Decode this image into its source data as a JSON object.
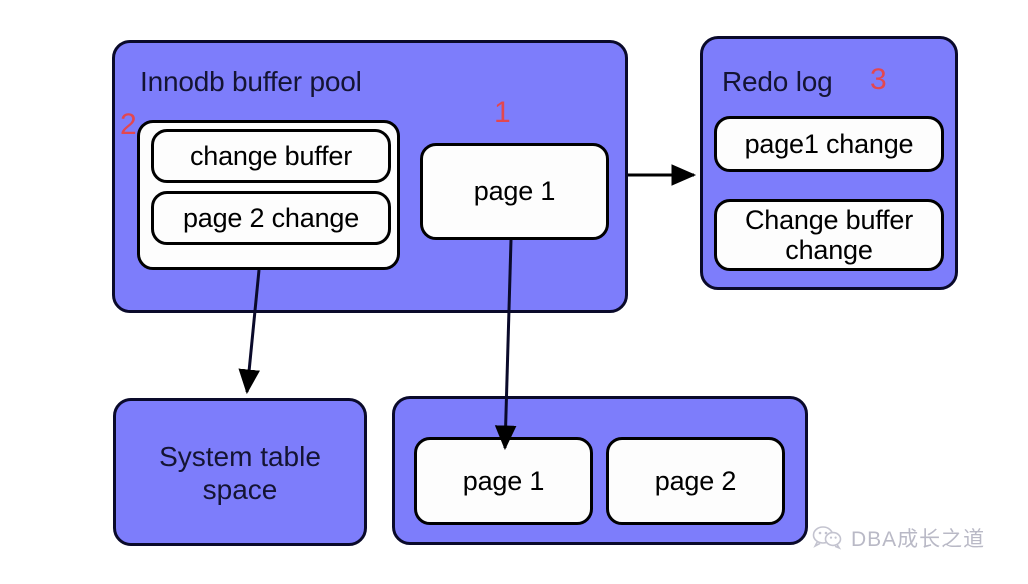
{
  "diagram": {
    "title_hidden": "",
    "buffer_pool": {
      "title": "Innodb buffer pool",
      "step": "2",
      "change_buffer": {
        "label": "change buffer",
        "entry": "page 2 change"
      },
      "page_step": "1",
      "page": "page 1"
    },
    "redo_log": {
      "title": "Redo log",
      "step": "3",
      "entries": [
        "page1 change",
        "Change buffer\nchange"
      ]
    },
    "system_table_space": {
      "label": "System table\nspace"
    },
    "disk_pages": {
      "pages": [
        "page 1",
        "page 2"
      ]
    }
  },
  "watermark": {
    "text": "DBA成长之道",
    "icon": "wechat-icon"
  },
  "colors": {
    "panel_fill": "#7d7dfb",
    "panel_border": "#0a0a2a",
    "box_fill": "#fdfdfd",
    "box_border": "#000000",
    "step_number": "#e3474f",
    "arrow": "#000000",
    "watermark_text": "#b9b9c6"
  }
}
